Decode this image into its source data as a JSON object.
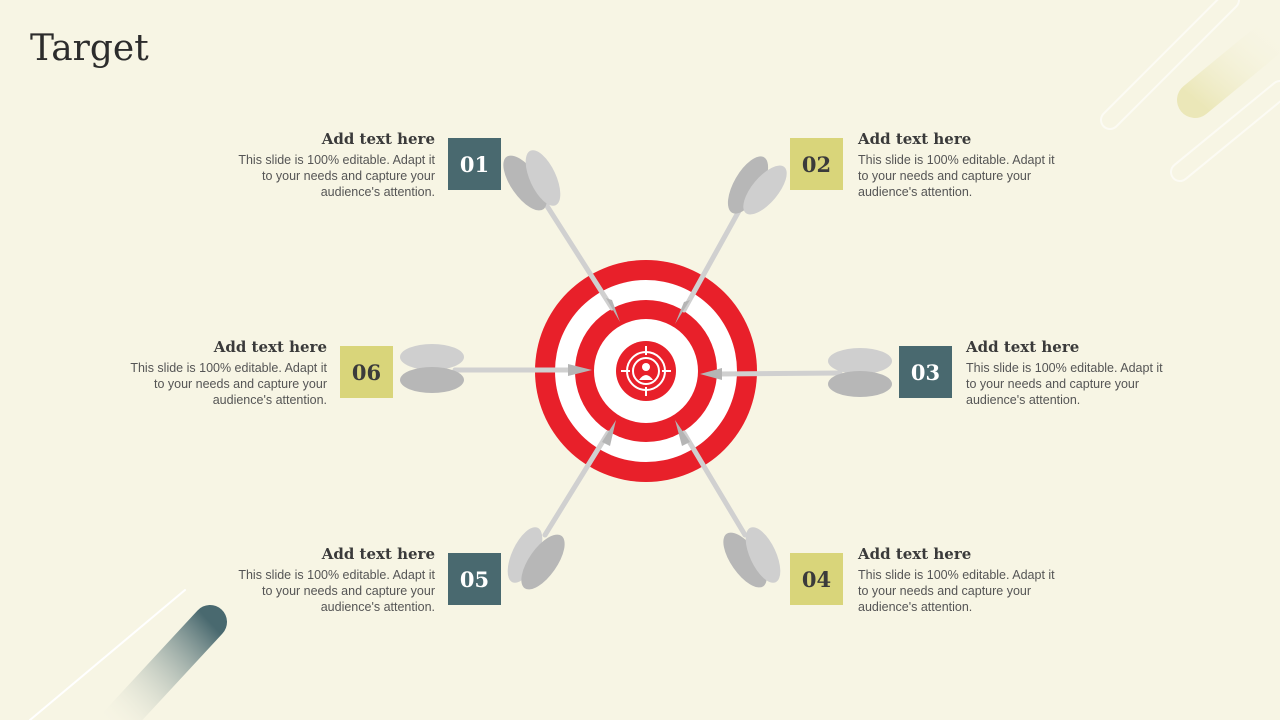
{
  "slide": {
    "title": "Target"
  },
  "items": [
    {
      "number": "01",
      "heading": "Add text here",
      "body": "This slide is 100% editable. Adapt it to your needs and capture your audience's attention.",
      "box_color": "#49696f"
    },
    {
      "number": "02",
      "heading": "Add text here",
      "body": "This slide is 100% editable. Adapt it to your needs and capture your audience's attention.",
      "box_color": "#d9d57a"
    },
    {
      "number": "03",
      "heading": "Add text here",
      "body": "This slide is 100% editable. Adapt it to your needs and capture your audience's attention.",
      "box_color": "#49696f"
    },
    {
      "number": "04",
      "heading": "Add text here",
      "body": "This slide is 100% editable. Adapt it to your needs and capture your audience's attention.",
      "box_color": "#d9d57a"
    },
    {
      "number": "05",
      "heading": "Add text here",
      "body": "This slide is 100% editable. Adapt it to your needs and capture your audience's attention.",
      "box_color": "#49696f"
    },
    {
      "number": "06",
      "heading": "Add text here",
      "body": "This slide is 100% editable. Adapt it to your needs and capture your audience's attention.",
      "box_color": "#d9d57a"
    }
  ],
  "center": {
    "icon": "target-user-icon"
  },
  "colors": {
    "background": "#f7f5e4",
    "target_red": "#e8202a",
    "dart_gray": "#c4c4c4",
    "teal": "#49696f",
    "yellow": "#d9d57a"
  }
}
